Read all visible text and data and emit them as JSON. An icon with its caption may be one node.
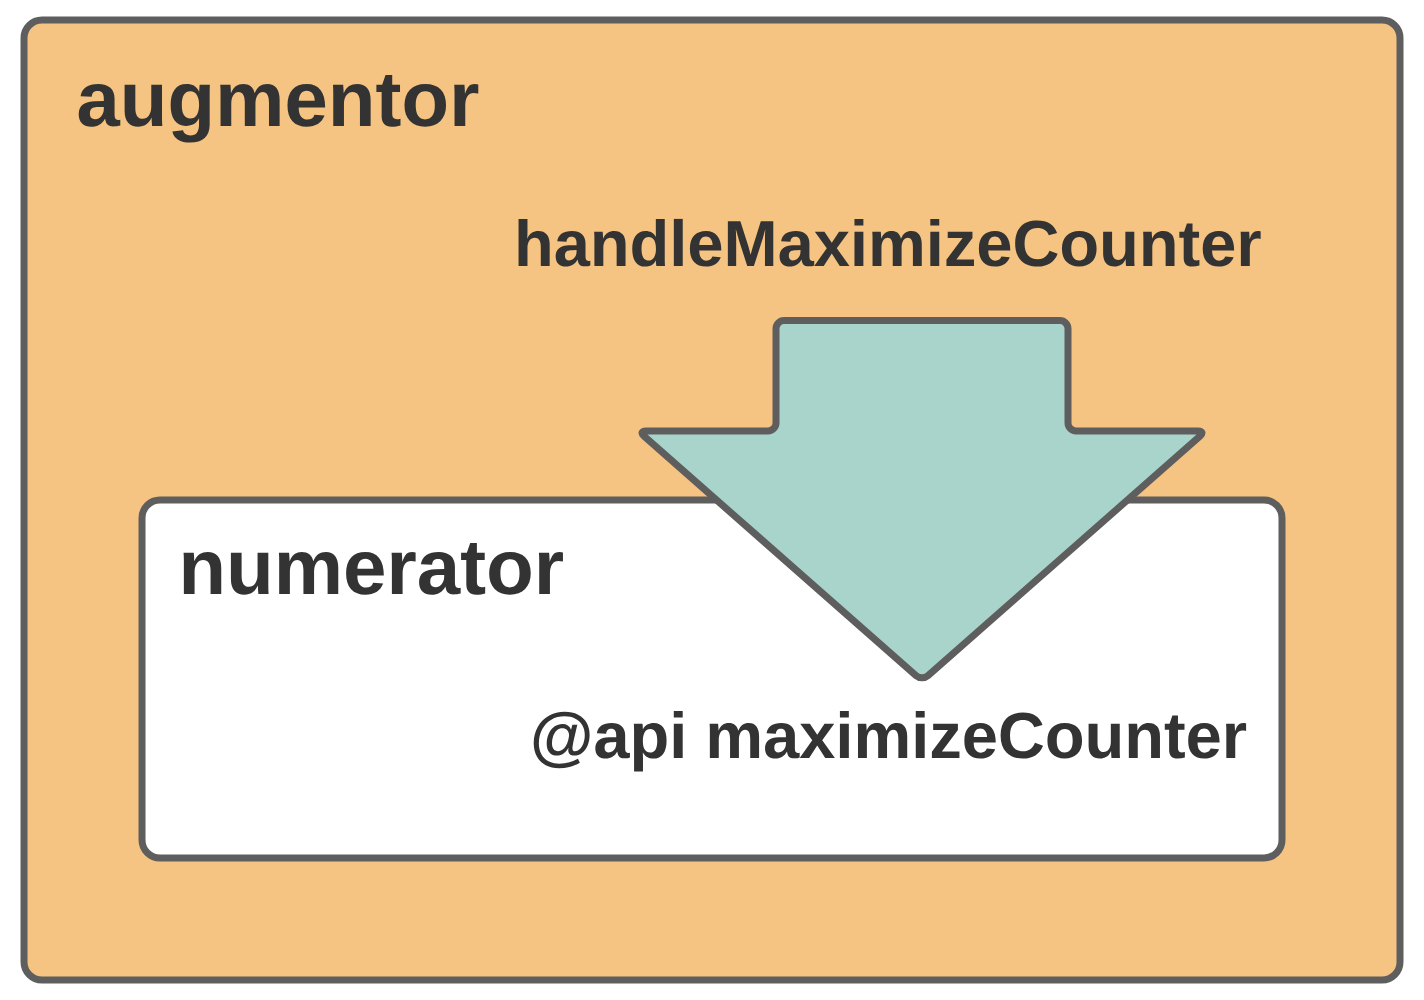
{
  "diagram": {
    "nodes": [
      {
        "text": [
          "augmentor"
        ]
      },
      {
        "text": [
          "handleMaximizeCounter"
        ],
        "in": 0
      },
      {
        "text": [
          "numerator"
        ],
        "in": 0
      },
      {
        "text": [
          "@api maximizeCounter"
        ],
        "in": 2
      }
    ],
    "edges": [
      {
        "from": 1,
        "to": 3,
        "arrow": "to",
        "style": "thick",
        "color": "#a8d4cb"
      }
    ]
  }
}
